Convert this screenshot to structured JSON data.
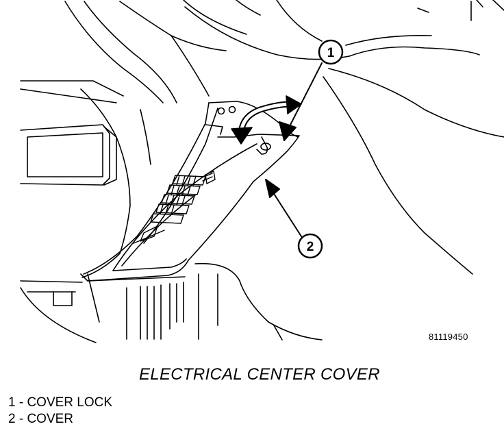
{
  "figure": {
    "id": "81119450",
    "caption": "ELECTRICAL CENTER COVER"
  },
  "callouts": [
    {
      "number": "1"
    },
    {
      "number": "2"
    }
  ],
  "legend": [
    {
      "text": "1 - COVER LOCK"
    },
    {
      "text": "2 - COVER"
    }
  ]
}
